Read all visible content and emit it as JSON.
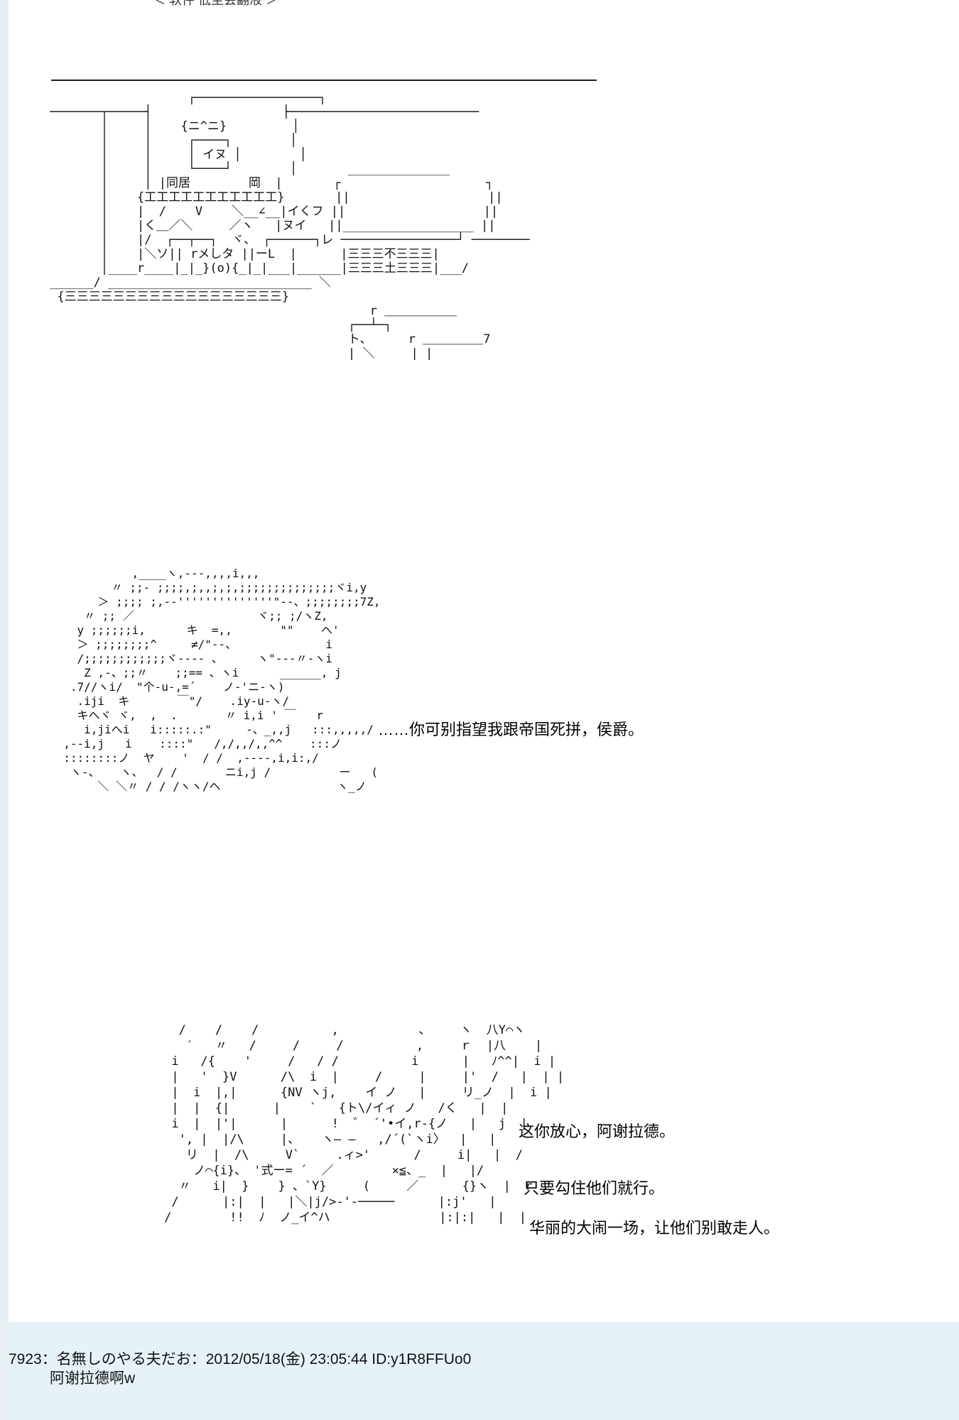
{
  "caption_top": "＜ 软件 低至会翻液 ＞",
  "scene1": {
    "art": "                    ┌─────────────────┐\n ───────┬─────┤                  ├──────────────────────────\n        │     │    {ニ^ニ}         │\n        │     │     ┌────┐        │\n        │     │     │ イヌ │        │\n        │     │     └────┘        │       ______________\n        │     │ |同居        岡  |       ┌                    ┐\n        │    {工工工工工工工工工工工}       ||                   ||\n        │    |  /    V    ＼__∠__|イくフ ||                   ||\n        │    |く＿／＼     ／ヽ   |ヌイ   ||__________________ ||\n        │    |/  ┌──┬──┐  ヾ、 ┌──────┐レ ────────────────┘ ────────\n        │    |＼ソ|| rメしタ ||ーL  |      |三三三不三三三|\n        │____r____|_|_}(o){_|_|___|______|三三三土三三三|___/\n ______/ ____________________________ ＼\n  {三三三三三三三三三三三三三三三三三三}\n                                             r ＿＿＿＿＿＿\n                                          ┌──┴─┐\n                                          ト、     r ＿＿＿＿＿7\n                                          | ＼     | |"
  },
  "scene2": {
    "art": "            ,____ヽ,---,,,,i,,,\n         〃 ;;- ;;;;,;,,;,;,;;;;;;;;;;;;;;ヾi,y\n       ＞ ;;;; ;,-‐''''''''''''''\"‐-、;;;;;;;;7Z,\n     〃 ;; ／                  ヾ;; ;/ヽZ,\n    y ;;;;;;i,      キ  =,,       \"\"    ヘ'\n    ＞ ;;;;;;;;^     ≠/\"‐-、             i\n    /;;;;;;;;;;;;ヾ‐-‐- 、     ヽ\"‐-‐〃‐ヽi\n     Z ,‐、;;〃    ;;== 、ヽi      ______, j\n   .7//ヽi/  \"个-u-,=´    ノ-'ニ-ヽ)\n    .iji  キ       ￣\"/    .iy-u-ヽ/\n    キヘヾ ヾ,  ,  .       〃 i,i ' ￣   r\n     i,jiへi   i:::::.:\"     ‐、_,,j   :::,,,,,/\n  ,‐-i,j   i    ::::\"   /,/,,/,,^^    :::ノ\n  ::::::::ノ  ヤ    '  / /  ,----,i,i:,/\n   ヽ‐、   ヽ、  / /       ニi,j /          ー   (\n       ＼ ＼〃 / / /ヽヽ/ヘ                 ヽ_ノ",
    "dialog": "……你可别指望我跟帝国死拼，侯爵。"
  },
  "scene3": {
    "art": "       /    /    /          ,           、    ヽ  八Y⌒ヽ\n        ′   〃   /     /     /          ,     ｒ  |八    |\n      i   /{    '     /   / /          i      |   ﾉ^^|  i |\n      |   '  }V      /\\  i  |     /     |     |'  /   |  | |\n      |  i  |,|      {NV ヽj,    イ ノ   |     リ_ノ  |  i |\n      |  |  {|      |    `   {ト\\/イィ ノ   /く   |  |\n      i  |  |'|      |      !  ゛ ´'•イ,r‐{ノ   |   j  |\n       ', |  |/\\     |、   ヽ— —   ,/´(`ヽi〉  |   |\n        リ  |  /\\     V`     .ィ>'      /     i|   |  /\n         ノ⌒{i}、 '式ー= ´  ／        ×≦、_  |   |/\n       〃   i|  }    } 、`Y}     (     ／      {}ヽ  |  r\n      /      |:|  |   |＼|j/>‐'‐─────      |:j'   |\n     /        !!  ﾉ  ノ_イ^ハ               |:|:|   |  |",
    "dialog_lines": [
      "这你放心，阿谢拉德。",
      "只要勾住他们就行。",
      "华丽的大闹一场，让他们别敢走人。"
    ]
  },
  "post": {
    "number": "7923",
    "name": "名無しのやる夫だお",
    "date": "2012/05/18(金)",
    "time": "23:05:44",
    "id": "ID:y1R8FFUo0",
    "body": "阿谢拉德啊w"
  }
}
